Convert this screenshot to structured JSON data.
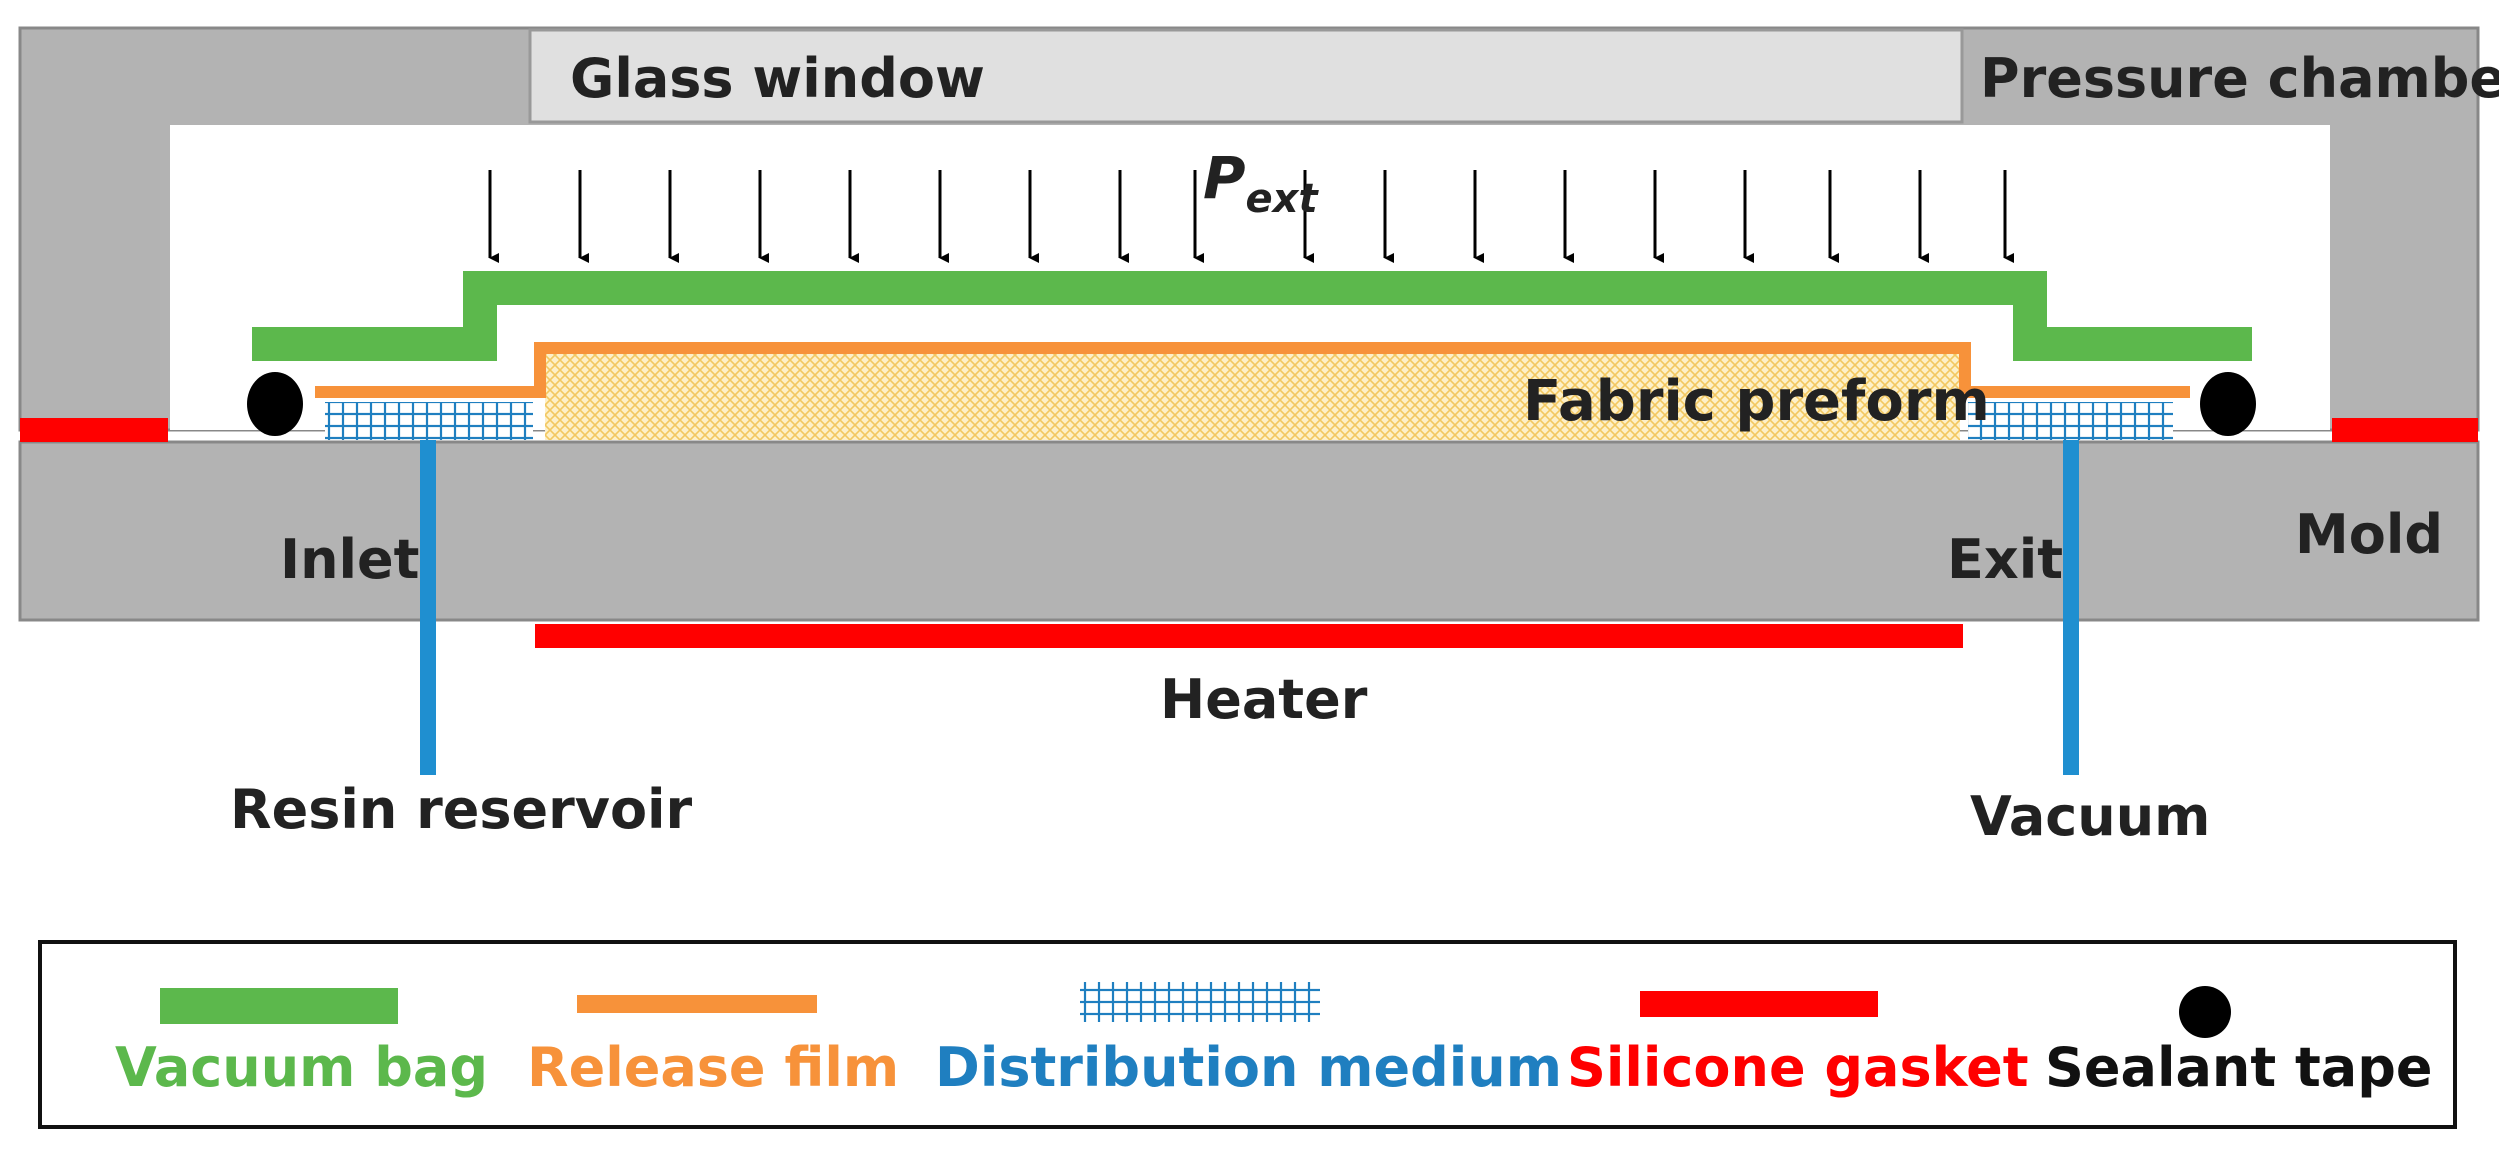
{
  "labels": {
    "glass_window": "Glass window",
    "pressure_chamber": "Pressure chamber",
    "p_ext_main": "P",
    "p_ext_sub": "ext",
    "fabric_preform": "Fabric preform",
    "inlet": "Inlet",
    "exit": "Exit",
    "mold": "Mold",
    "heater": "Heater",
    "resin_reservoir": "Resin reservoir",
    "vacuum": "Vacuum"
  },
  "legend": [
    {
      "label": "Vacuum bag",
      "color": "#5cb84c",
      "symbol": "bar"
    },
    {
      "label": "Release film",
      "color": "#f7923a",
      "symbol": "bar"
    },
    {
      "label": "Distribution medium",
      "color": "#1f7fc0",
      "symbol": "mesh"
    },
    {
      "label": "Silicone gasket",
      "color": "#ff0000",
      "symbol": "bar"
    },
    {
      "label": "Sealant tape",
      "color": "#000000",
      "symbol": "dot"
    }
  ],
  "colors": {
    "chamber": "#b3b3b3",
    "glass": "#e0e0e0",
    "vacuum_bag": "#5cb84c",
    "release_film": "#f7923a",
    "distribution_medium": "#1f7fc0",
    "gasket": "#ff0000",
    "tube": "#1f8fd0",
    "preform": "#fbe49a"
  }
}
